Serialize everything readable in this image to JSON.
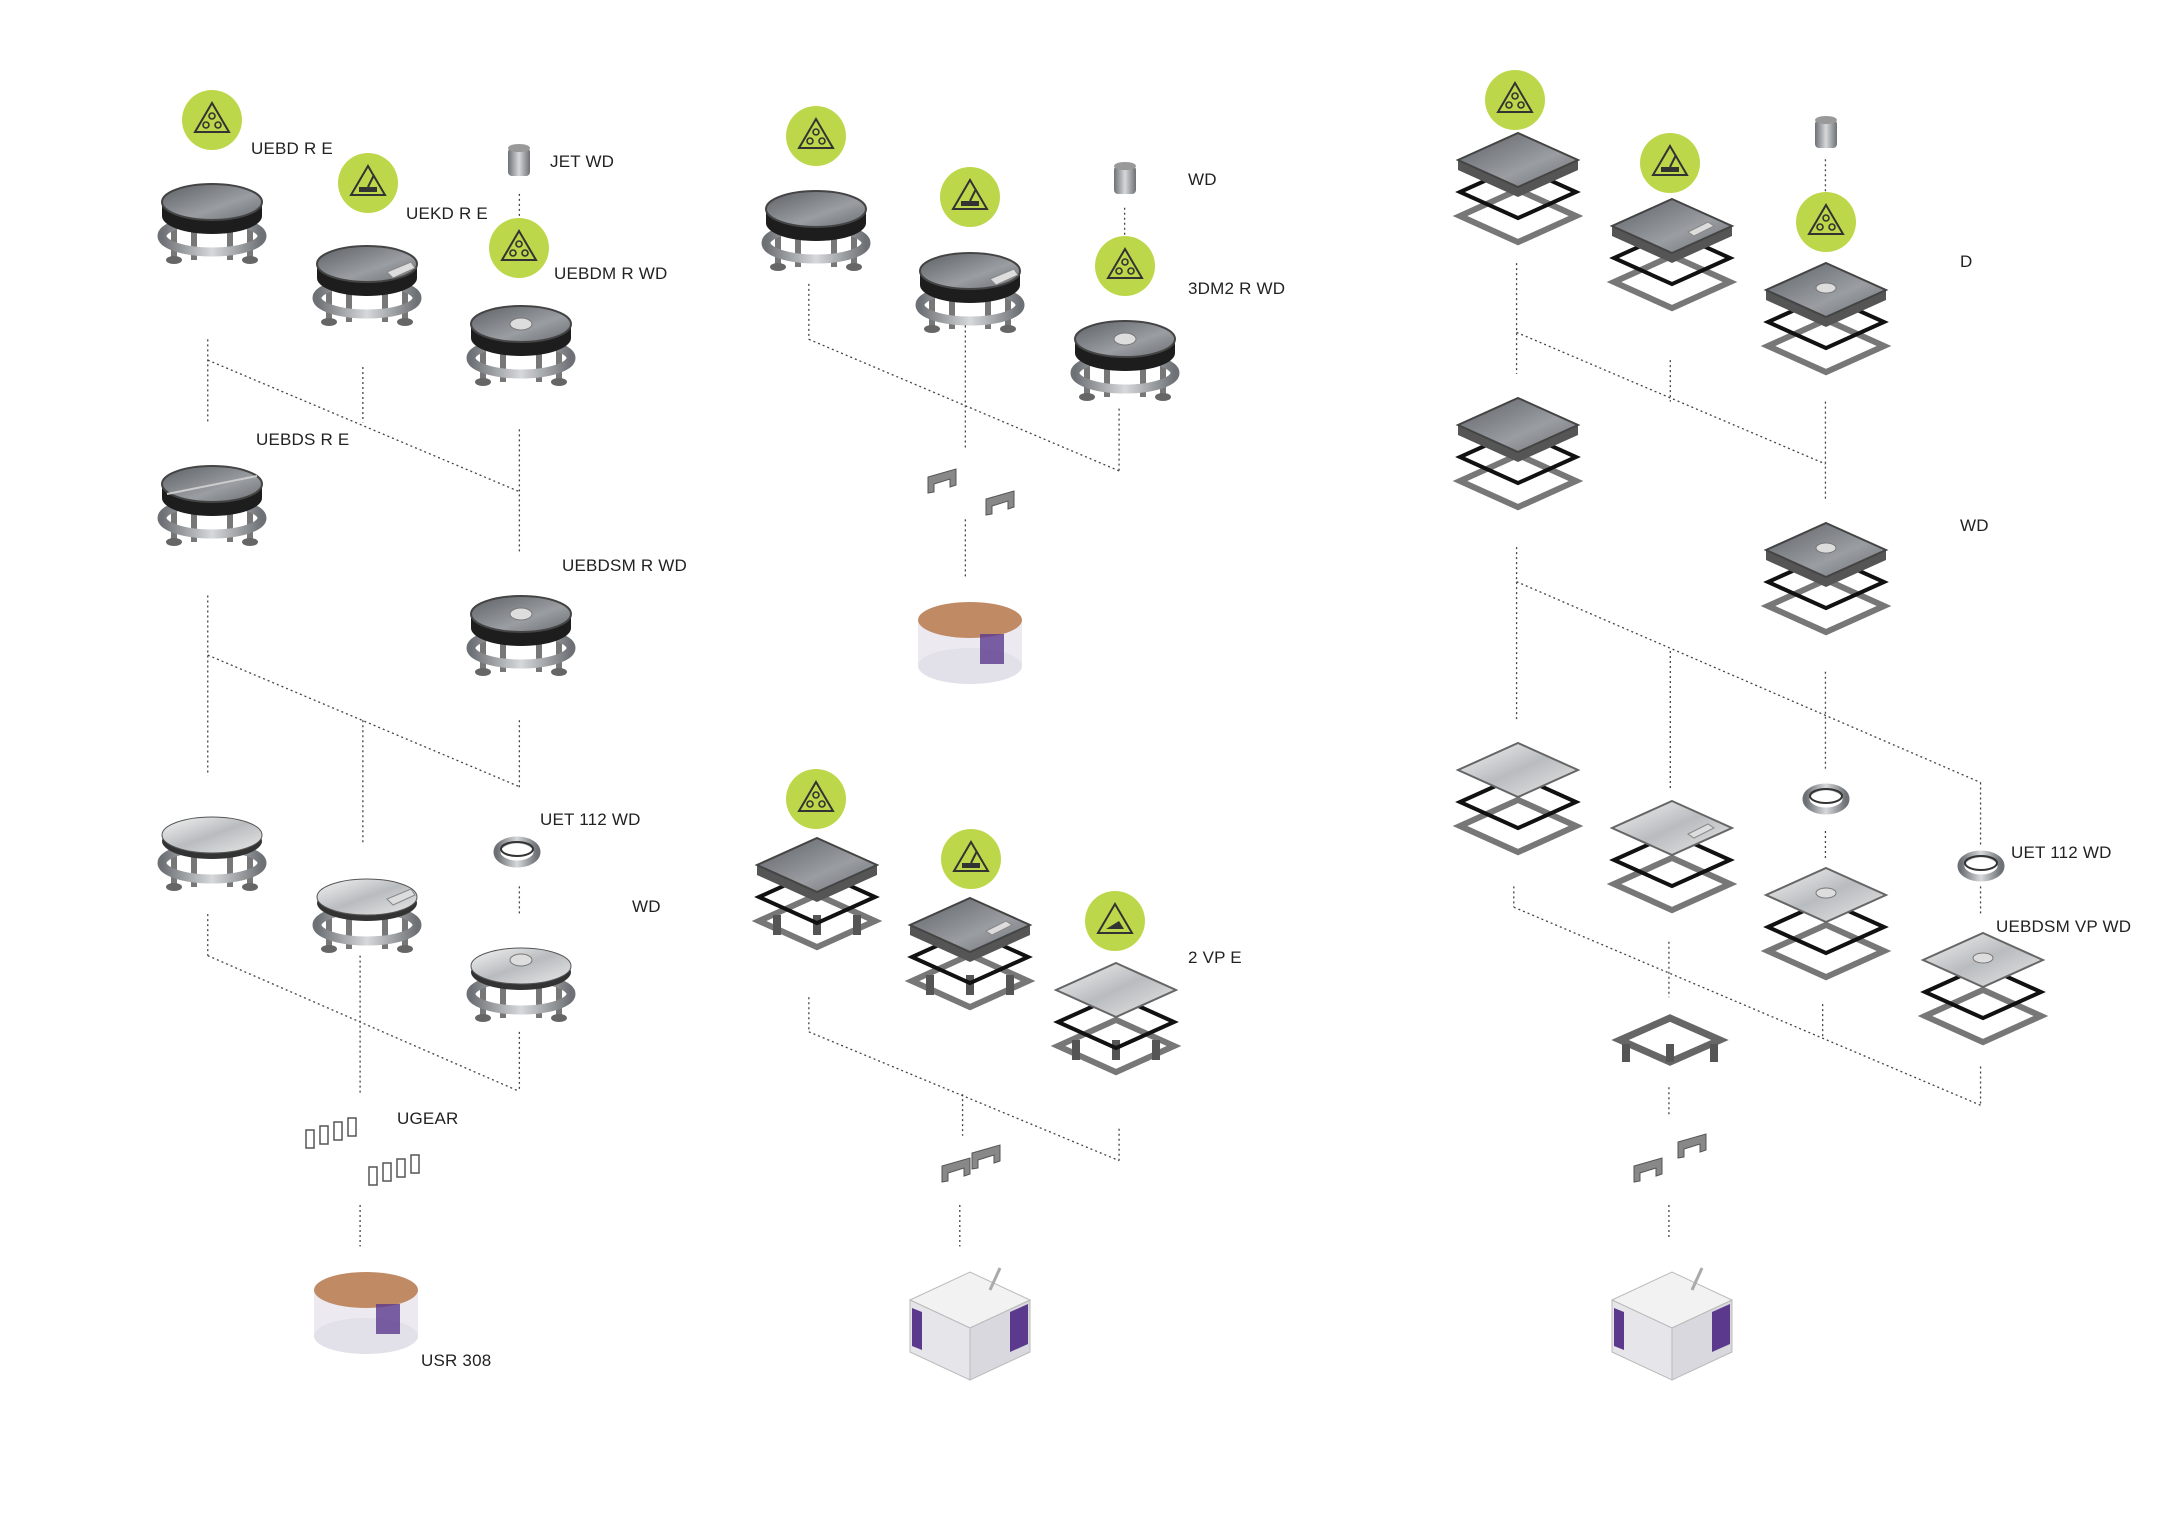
{
  "colors": {
    "badge": "#bcd84a",
    "metal": "#8e9296",
    "dark": "#1d1d1d",
    "box_accent": "#5b3a8e",
    "drum_inside": "#c08a64"
  },
  "labels": {
    "uebd_r_e": "UEBD R E",
    "uekd_r_e": "UEKD R E",
    "uet_wd_1": "JET WD",
    "uebdm_r_wd": "UEBDM R WD",
    "uebds_r_e": "UEBDS R E",
    "uebdsm_r_wd": "UEBDSM R WD",
    "uet_112_wd_1": "UET 112 WD",
    "wd_1": "WD",
    "ugear": "UGEAR",
    "usr_308": "USR 308",
    "wd_2": "WD",
    "bdm2_r_wd": "3DM2 R WD",
    "vp_e": "2 VP E",
    "d_3": "D",
    "wd_3": "WD",
    "uet_112_wd_2": "UET 112 WD",
    "uebdsm_vp_wd": "UEBDSM VP WD"
  },
  "badges": {
    "drops": "water-drops-warning-icon",
    "brush": "cleaning-brush-warning-icon",
    "trowel": "screed-trowel-warning-icon"
  }
}
